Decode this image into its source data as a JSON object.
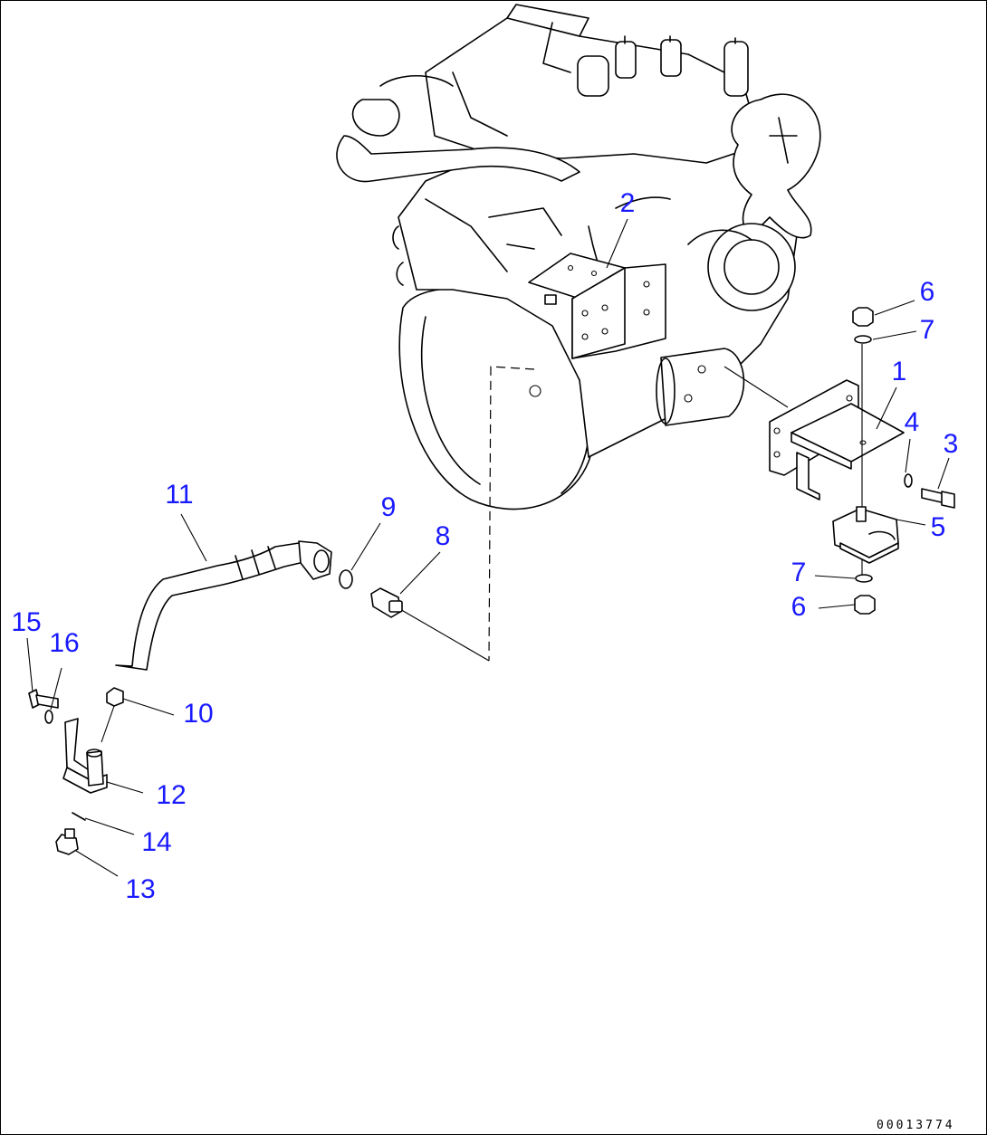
{
  "diagram": {
    "labels": [
      {
        "id": "1",
        "text": "1"
      },
      {
        "id": "2",
        "text": "2"
      },
      {
        "id": "3",
        "text": "3"
      },
      {
        "id": "4",
        "text": "4"
      },
      {
        "id": "5",
        "text": "5"
      },
      {
        "id": "6a",
        "text": "6"
      },
      {
        "id": "7a",
        "text": "7"
      },
      {
        "id": "7b",
        "text": "7"
      },
      {
        "id": "6b",
        "text": "6"
      },
      {
        "id": "8",
        "text": "8"
      },
      {
        "id": "9",
        "text": "9"
      },
      {
        "id": "10",
        "text": "10"
      },
      {
        "id": "11",
        "text": "11"
      },
      {
        "id": "12",
        "text": "12"
      },
      {
        "id": "13",
        "text": "13"
      },
      {
        "id": "14",
        "text": "14"
      },
      {
        "id": "15",
        "text": "15"
      },
      {
        "id": "16",
        "text": "16"
      }
    ],
    "doc_number": "00013774",
    "label_color": "#1a1aff"
  }
}
